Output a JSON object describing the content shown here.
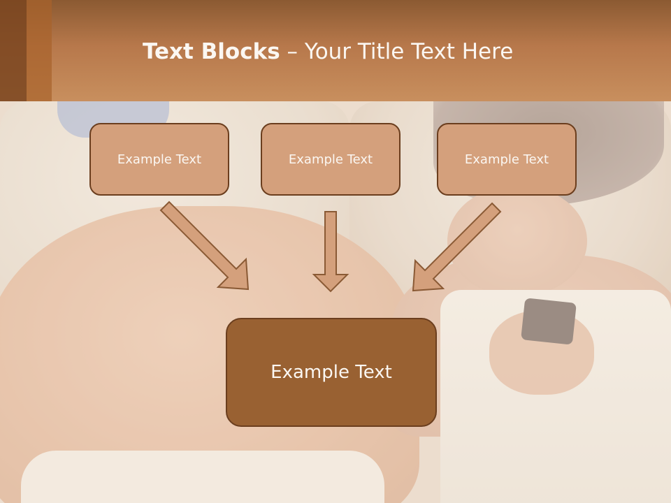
{
  "title": {
    "bold": "Text Blocks",
    "dash": " – ",
    "rest": "Your Title Text Here"
  },
  "boxes": {
    "top_left": "Example Text",
    "top_center": "Example Text",
    "top_right": "Example Text",
    "bottom": "Example Text"
  },
  "colors": {
    "header": "#b7784b",
    "small_box_fill": "#d4a07c",
    "big_box_fill": "#996132",
    "border": "#6b3e1e",
    "arrow_fill": "#d4a07c"
  }
}
